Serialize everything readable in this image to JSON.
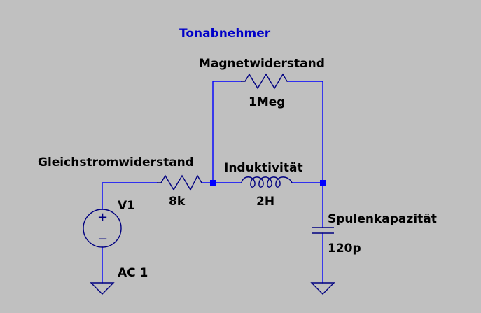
{
  "colors": {
    "background": "#c0c0c0",
    "wire": "#0000ff",
    "component": "#000080",
    "text": "#000000",
    "title": "#0000c8"
  },
  "title": "Tonabnehmer",
  "components": {
    "r_magnet": {
      "name": "Magnetwiderstand",
      "value": "1Meg"
    },
    "r_dc": {
      "name": "Gleichstromwiderstand",
      "value": "8k"
    },
    "inductor": {
      "name": "Induktivität",
      "value": "2H"
    },
    "capacitor": {
      "name": "Spulenkapazität",
      "value": "120p"
    },
    "source": {
      "name": "V1",
      "value": "AC 1",
      "plus": "+",
      "minus": "−"
    }
  },
  "icons": {
    "ground": "ground-symbol-icon",
    "junction": "junction-dot-icon"
  }
}
